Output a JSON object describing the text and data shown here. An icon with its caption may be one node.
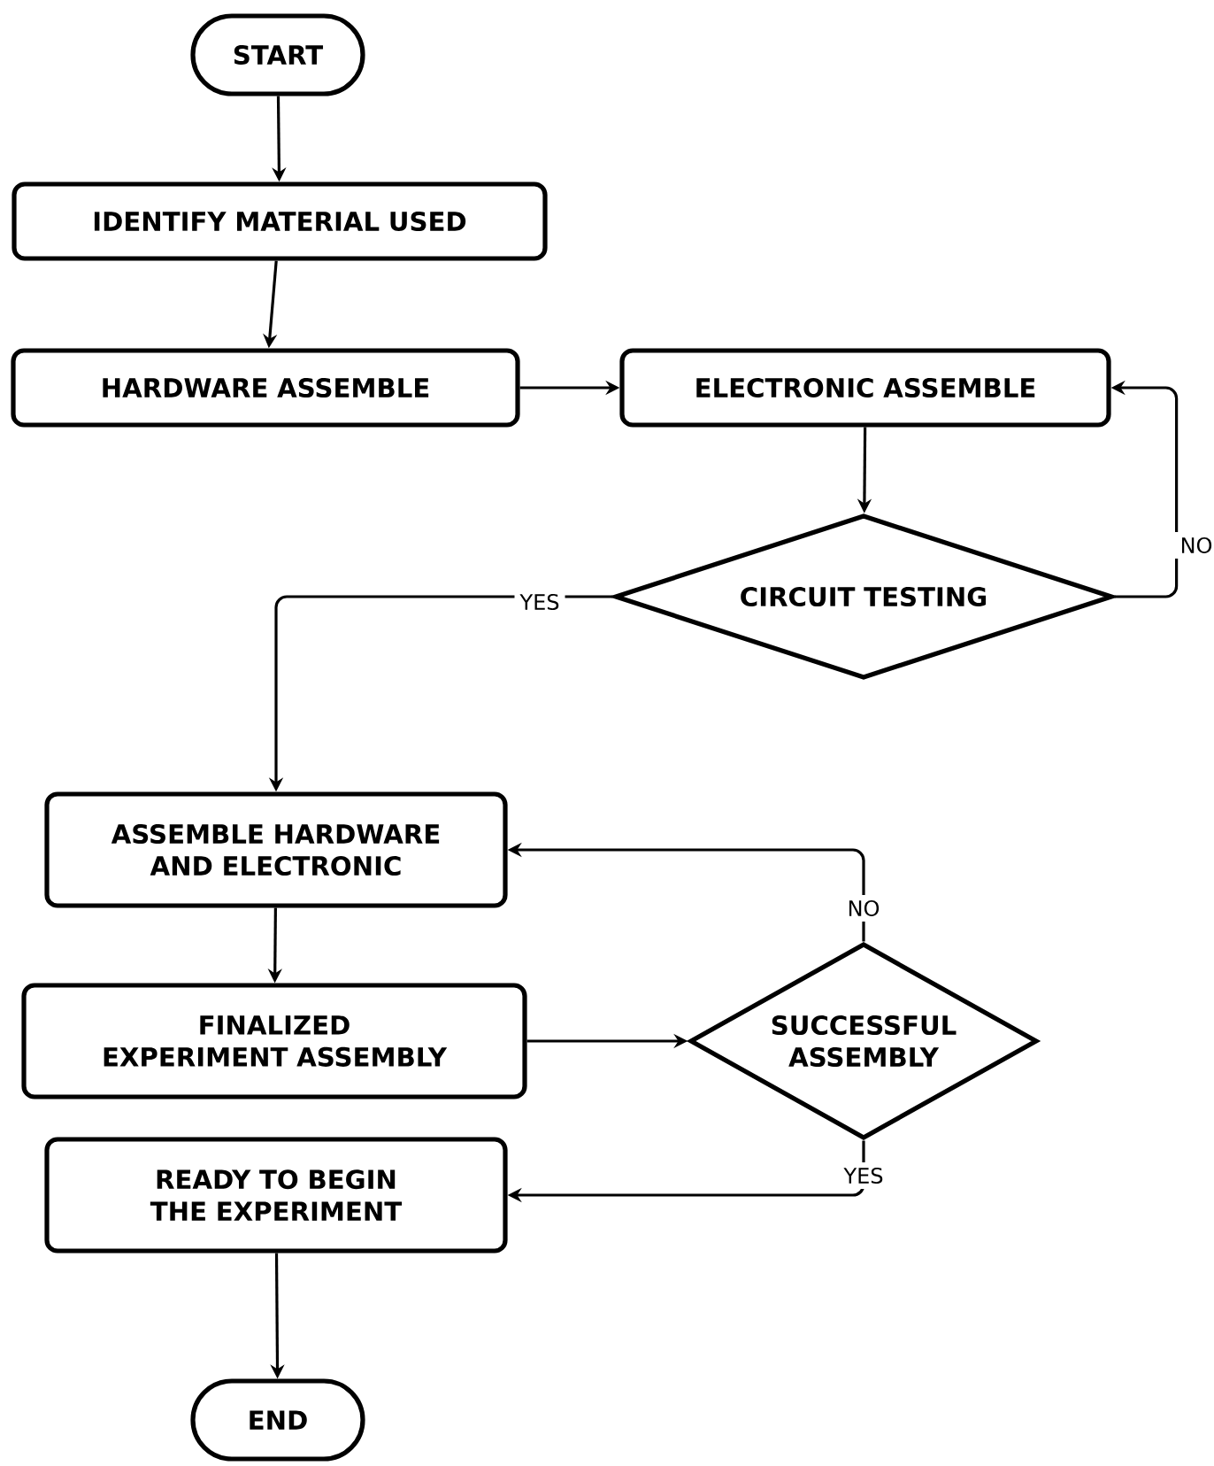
{
  "diagram": {
    "nodes": [
      {
        "text": [
          "START"
        ]
      },
      {
        "text": [
          "IDENTIFY MATERIAL USED"
        ]
      },
      {
        "text": [
          "HARDWARE ASSEMBLE"
        ]
      },
      {
        "text": [
          "ELECTRONIC ASSEMBLE"
        ]
      },
      {
        "text": [
          "CIRCUIT TESTING"
        ]
      },
      {
        "text": [
          "ASSEMBLE HARDWARE AND ELECTRONIC"
        ]
      },
      {
        "text": [
          "FINALIZED EXPERIMENT ASSEMBLY"
        ]
      },
      {
        "text": [
          "SUCCESSFUL ASSEMBLY"
        ]
      },
      {
        "text": [
          "READY TO BEGIN THE EXPERIMENT"
        ]
      },
      {
        "text": [
          "END"
        ]
      }
    ],
    "edges": [
      {
        "from": 0,
        "to": 1,
        "arrow": "to"
      },
      {
        "from": 1,
        "to": 2,
        "arrow": "to"
      },
      {
        "from": 2,
        "to": 3,
        "arrow": "to"
      },
      {
        "from": 3,
        "to": 4,
        "arrow": "to"
      },
      {
        "from": 4,
        "to": 3,
        "arrow": "to",
        "label": "NO"
      },
      {
        "from": 4,
        "to": 5,
        "arrow": "to",
        "label": "YES"
      },
      {
        "from": 5,
        "to": 6,
        "arrow": "to"
      },
      {
        "from": 6,
        "to": 7,
        "arrow": "to"
      },
      {
        "from": 7,
        "to": 5,
        "arrow": "to",
        "label": "NO"
      },
      {
        "from": 7,
        "to": 8,
        "arrow": "to",
        "label": "YES"
      },
      {
        "from": 8,
        "to": 9,
        "arrow": "to"
      }
    ]
  }
}
